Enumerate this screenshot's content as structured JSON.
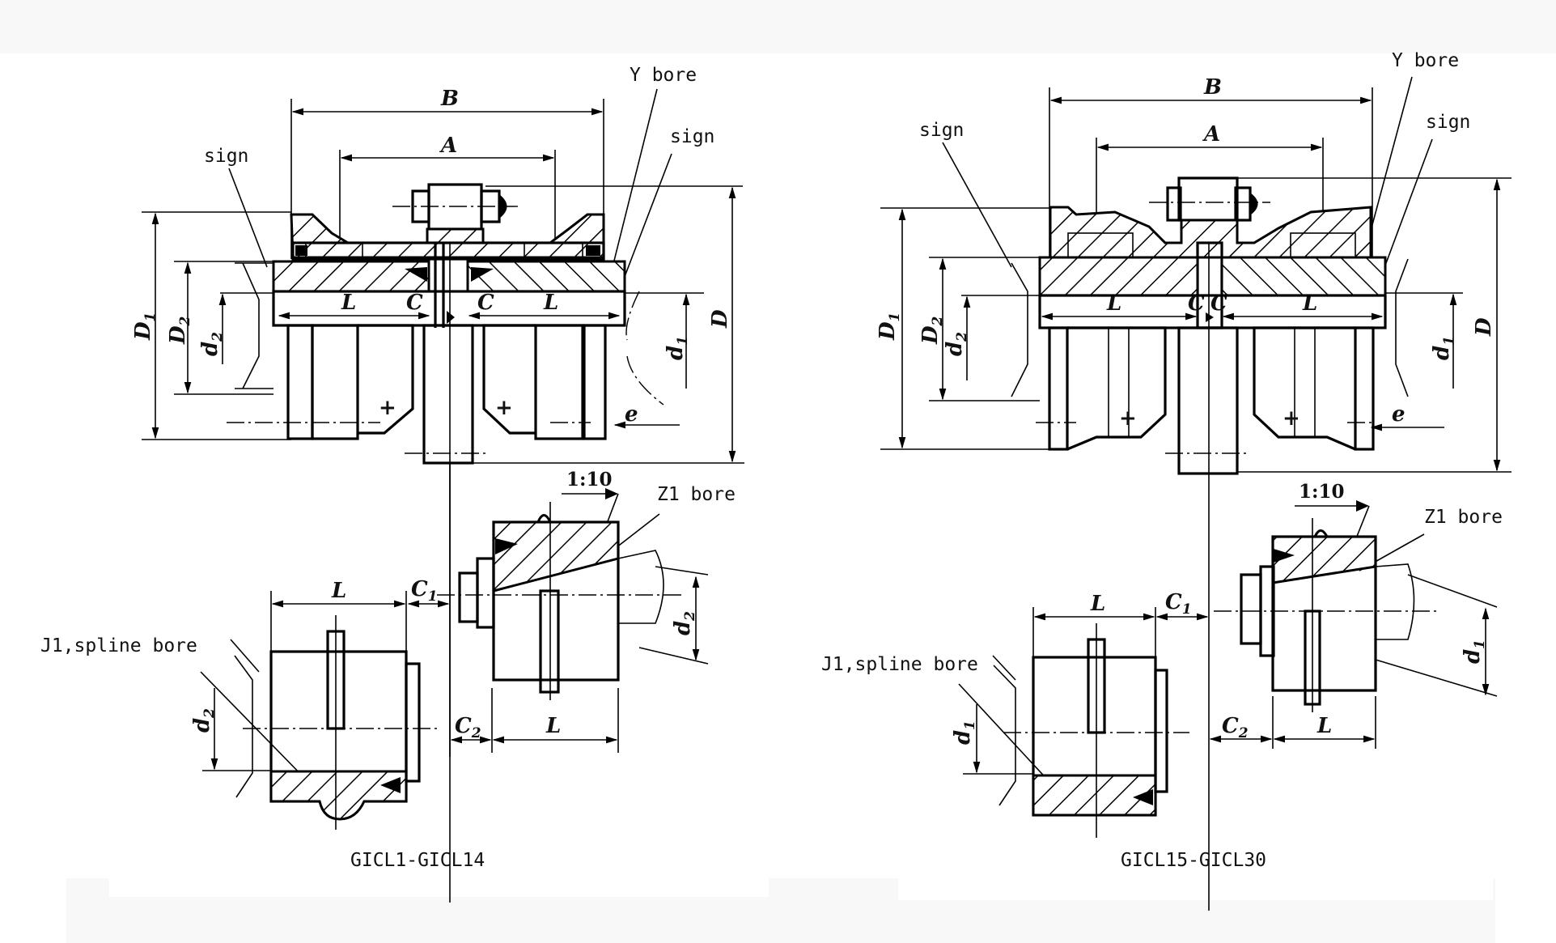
{
  "figure": {
    "left_variant": {
      "caption": "GICL1-GICL14",
      "labels": {
        "y_bore": "Y bore",
        "sign_left": "sign",
        "sign_right": "sign",
        "z1_bore": "Z1 bore",
        "j1_spline_bore": "J1,spline bore",
        "taper": "1:10"
      },
      "dimensions": {
        "B": "B",
        "A": "A",
        "D": "D",
        "D1": "D",
        "D1_sub": "1",
        "D2": "D",
        "D2_sub": "2",
        "d1": "d",
        "d1_sub": "1",
        "d2": "d",
        "d2_sub": "2",
        "L": "L",
        "C": "C",
        "e": "e",
        "C1": "C",
        "C1_sub": "1",
        "C2": "C",
        "C2_sub": "2",
        "lower_d": "d",
        "lower_d_sub": "2",
        "spline_d": "d",
        "spline_d_sub": "2"
      }
    },
    "right_variant": {
      "caption": "GICL15-GICL30",
      "labels": {
        "y_bore": "Y bore",
        "sign_left": "sign",
        "sign_right": "sign",
        "z1_bore": "Z1 bore",
        "j1_spline_bore": "J1,spline bore",
        "taper": "1:10"
      },
      "dimensions": {
        "B": "B",
        "A": "A",
        "D": "D",
        "D1": "D",
        "D1_sub": "1",
        "D2": "D",
        "D2_sub": "2",
        "d1": "d",
        "d1_sub": "1",
        "d2": "d",
        "d2_sub": "2",
        "L": "L",
        "C": "C",
        "e": "e",
        "C1": "C",
        "C1_sub": "1",
        "C2": "C",
        "C2_sub": "2",
        "lower_d": "d",
        "lower_d_sub": "1",
        "spline_d": "d",
        "spline_d_sub": "1"
      }
    }
  }
}
